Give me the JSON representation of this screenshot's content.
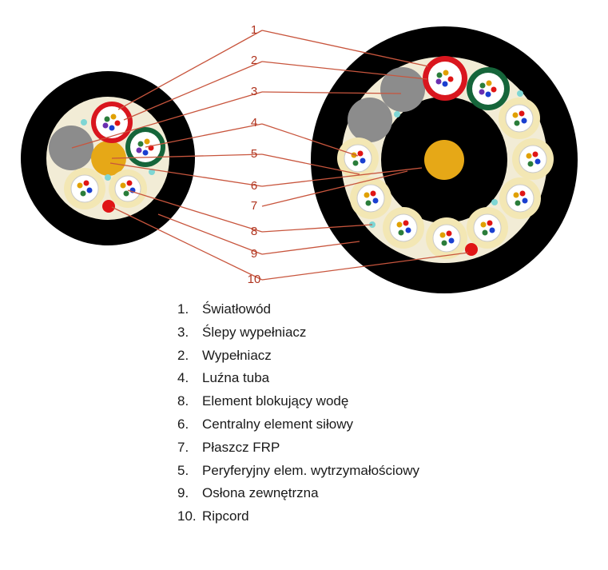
{
  "callout_numbers": [
    "1",
    "2",
    "3",
    "4",
    "5",
    "6",
    "7",
    "8",
    "9",
    "10"
  ],
  "legend": [
    {
      "num": "1.",
      "text": "Światłowód"
    },
    {
      "num": "3.",
      "text": "Ślepy wypełniacz"
    },
    {
      "num": "2.",
      "text": "Wypełniacz"
    },
    {
      "num": "4.",
      "text": "Luźna tuba"
    },
    {
      "num": "8.",
      "text": "Element blokujący wodę"
    },
    {
      "num": "6.",
      "text": "Centralny element siłowy"
    },
    {
      "num": "7.",
      "text": "Płaszcz FRP"
    },
    {
      "num": "5.",
      "text": "Peryferyjny elem. wytrzymałościowy"
    },
    {
      "num": "9.",
      "text": "Osłona zewnętrzna"
    },
    {
      "num": "10.",
      "text": "Ripcord"
    }
  ],
  "colors": {
    "sheath": "#000000",
    "inner_fill": "#f2ecd6",
    "leader_line": "#c8553d",
    "label_text": "#b0341f",
    "filler_gray": "#8c8c8c",
    "strength_member": "#e6a817",
    "tube_red": "#d9161e",
    "tube_green": "#15653a",
    "tube_cream": "#f3e7b4",
    "ripcord": "#e01515",
    "water_block": "#7fd6d4"
  }
}
